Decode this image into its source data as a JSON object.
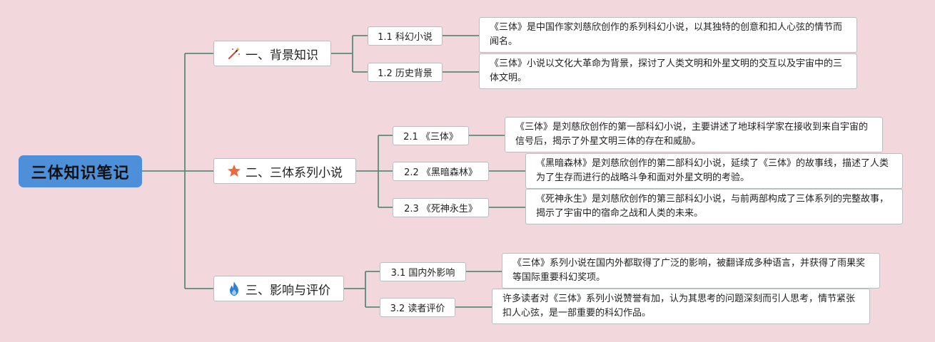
{
  "colors": {
    "background": "#f2d7dc",
    "root": "#4e8fd9",
    "line": "#5b8a7a"
  },
  "root": {
    "label": "三体知识笔记"
  },
  "branches": [
    {
      "label": "一、背景知识",
      "icon": "magic-wand-icon",
      "children": [
        {
          "label": "1.1 科幻小说",
          "text": "《三体》是中国作家刘慈欣创作的系列科幻小说，以其独特的创意和扣人心弦的情节而闻名。"
        },
        {
          "label": "1.2 历史背景",
          "text": "《三体》小说以文化大革命为背景，探讨了人类文明和外星文明的交互以及宇宙中的三体文明。"
        }
      ]
    },
    {
      "label": "二、三体系列小说",
      "icon": "star-icon",
      "children": [
        {
          "label": "2.1 《三体》",
          "text": "《三体》是刘慈欣创作的第一部科幻小说，主要讲述了地球科学家在接收到来自宇宙的信号后，揭示了外星文明三体的存在和威胁。"
        },
        {
          "label": "2.2 《黑暗森林》",
          "text": "《黑暗森林》是刘慈欣创作的第二部科幻小说，延续了《三体》的故事线，描述了人类为了生存而进行的战略斗争和面对外星文明的考验。"
        },
        {
          "label": "2.3 《死神永生》",
          "text": "《死神永生》是刘慈欣创作的第三部科幻小说，与前两部构成了三体系列的完整故事，揭示了宇宙中的宿命之战和人类的未来。"
        }
      ]
    },
    {
      "label": "三、影响与评价",
      "icon": "fire-icon",
      "children": [
        {
          "label": "3.1 国内外影响",
          "text": "《三体》系列小说在国内外都取得了广泛的影响，被翻译成多种语言，并获得了雨果奖等国际重要科幻奖项。"
        },
        {
          "label": "3.2 读者评价",
          "text": "许多读者对《三体》系列小说赞誉有加，认为其思考的问题深刻而引人思考，情节紧张扣人心弦，是一部重要的科幻作品。"
        }
      ]
    }
  ]
}
